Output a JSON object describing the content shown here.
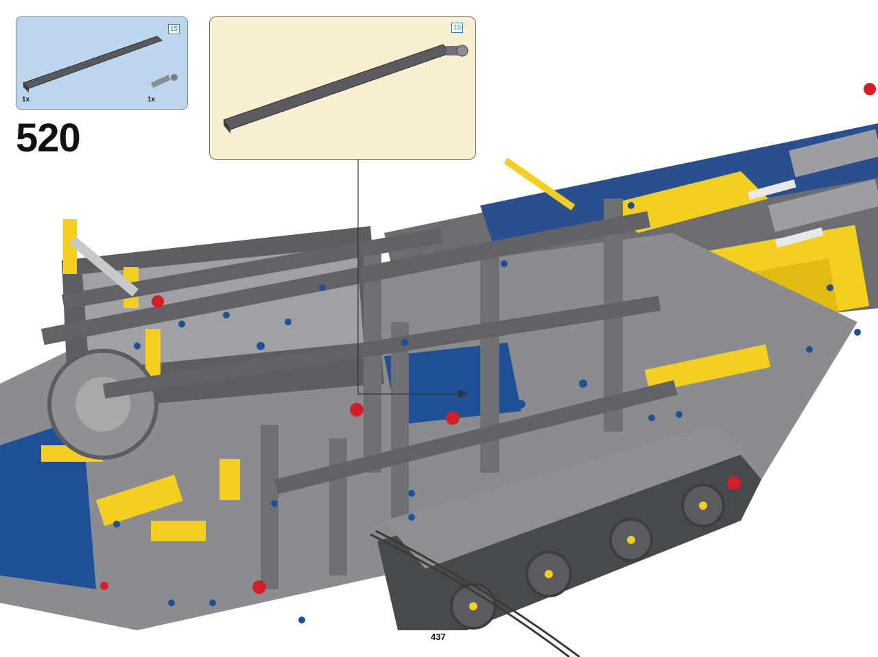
{
  "parts_list": {
    "items": [
      {
        "part": "beam-15",
        "quantity": "1x",
        "size_badge": "15"
      },
      {
        "part": "axle-pin",
        "quantity": "1x"
      }
    ]
  },
  "callout": {
    "size_badge": "15"
  },
  "step": {
    "number": "520"
  },
  "page": {
    "number": "437"
  },
  "colors": {
    "dark_gray": "#595b5e",
    "light_gray": "#a7a9ab",
    "yellow": "#f5d21f",
    "blue": "#1f4f94",
    "red": "#d41e2a"
  }
}
